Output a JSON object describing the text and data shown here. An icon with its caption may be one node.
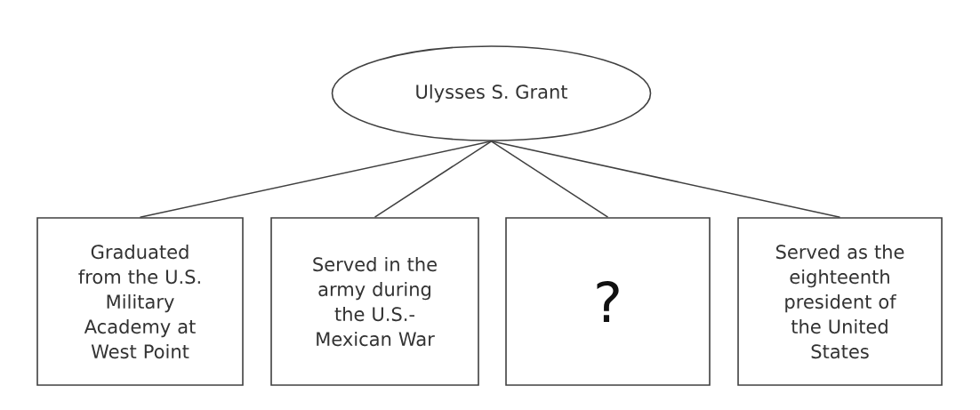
{
  "diagram": {
    "nodes": [
      {
        "text": [
          "Ulysses S. Grant"
        ]
      },
      {
        "text": [
          "Graduated from the U.S. Military Academy at West Point"
        ]
      },
      {
        "text": [
          "Served in the army during the U.S.-Mexican War"
        ]
      },
      {
        "text": [
          "?"
        ]
      },
      {
        "text": [
          "Served as the eighteenth president of the United States"
        ]
      }
    ],
    "edges": [
      {
        "from": 0,
        "to": 1,
        "arrow": "none"
      },
      {
        "from": 0,
        "to": 2,
        "arrow": "none"
      },
      {
        "from": 0,
        "to": 3,
        "arrow": "none"
      },
      {
        "from": 0,
        "to": 4,
        "arrow": "none"
      }
    ]
  }
}
